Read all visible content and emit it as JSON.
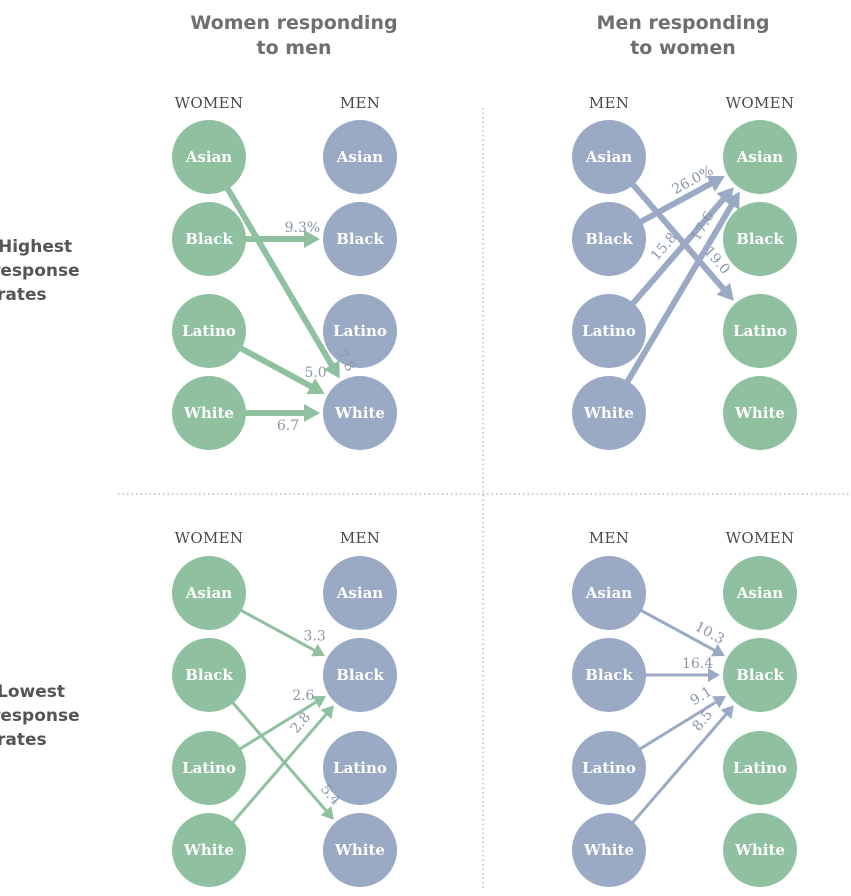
{
  "headers": {
    "women_responding": [
      "Women responding",
      "to men"
    ],
    "men_responding": [
      "Men responding",
      "to women"
    ]
  },
  "row_labels": {
    "highest": [
      "Highest",
      "response",
      "rates"
    ],
    "lowest": [
      "Lowest",
      "response",
      "rates"
    ]
  },
  "colors": {
    "green": "#8fc1a0",
    "blue": "#9aaac4"
  },
  "groups": [
    "Asian",
    "Black",
    "Latino",
    "White"
  ],
  "panels": [
    {
      "id": "women-high",
      "left_label": "WOMEN",
      "right_label": "MEN",
      "left_color": "green",
      "right_color": "blue",
      "edge_color": "green",
      "thick": true,
      "edges": [
        {
          "from": "Black",
          "to": "Black",
          "label": "9.3%"
        },
        {
          "from": "Asian",
          "to": "White",
          "label": "7.8"
        },
        {
          "from": "Latino",
          "to": "White",
          "label": "5.0"
        },
        {
          "from": "White",
          "to": "White",
          "label": "6.7"
        }
      ]
    },
    {
      "id": "men-high",
      "left_label": "MEN",
      "right_label": "WOMEN",
      "left_color": "blue",
      "right_color": "green",
      "edge_color": "blue",
      "thick": true,
      "edges": [
        {
          "from": "Black",
          "to": "Asian",
          "label": "26.0%"
        },
        {
          "from": "Latino",
          "to": "Asian",
          "label": "15.8"
        },
        {
          "from": "White",
          "to": "Asian",
          "label": "17.6"
        },
        {
          "from": "Asian",
          "to": "Latino",
          "label": "19.0"
        }
      ]
    },
    {
      "id": "women-low",
      "left_label": "WOMEN",
      "right_label": "MEN",
      "left_color": "green",
      "right_color": "blue",
      "edge_color": "green",
      "thick": false,
      "edges": [
        {
          "from": "Asian",
          "to": "Black",
          "label": "3.3"
        },
        {
          "from": "Latino",
          "to": "Black",
          "label": "2.6"
        },
        {
          "from": "White",
          "to": "Black",
          "label": "2.8"
        },
        {
          "from": "Black",
          "to": "White",
          "label": "5.4"
        }
      ]
    },
    {
      "id": "men-low",
      "left_label": "MEN",
      "right_label": "WOMEN",
      "left_color": "blue",
      "right_color": "green",
      "edge_color": "blue",
      "thick": false,
      "edges": [
        {
          "from": "Asian",
          "to": "Black",
          "label": "10.3"
        },
        {
          "from": "Black",
          "to": "Black",
          "label": "16.4"
        },
        {
          "from": "Latino",
          "to": "Black",
          "label": "9.1"
        },
        {
          "from": "White",
          "to": "Black",
          "label": "8.5"
        }
      ]
    }
  ]
}
